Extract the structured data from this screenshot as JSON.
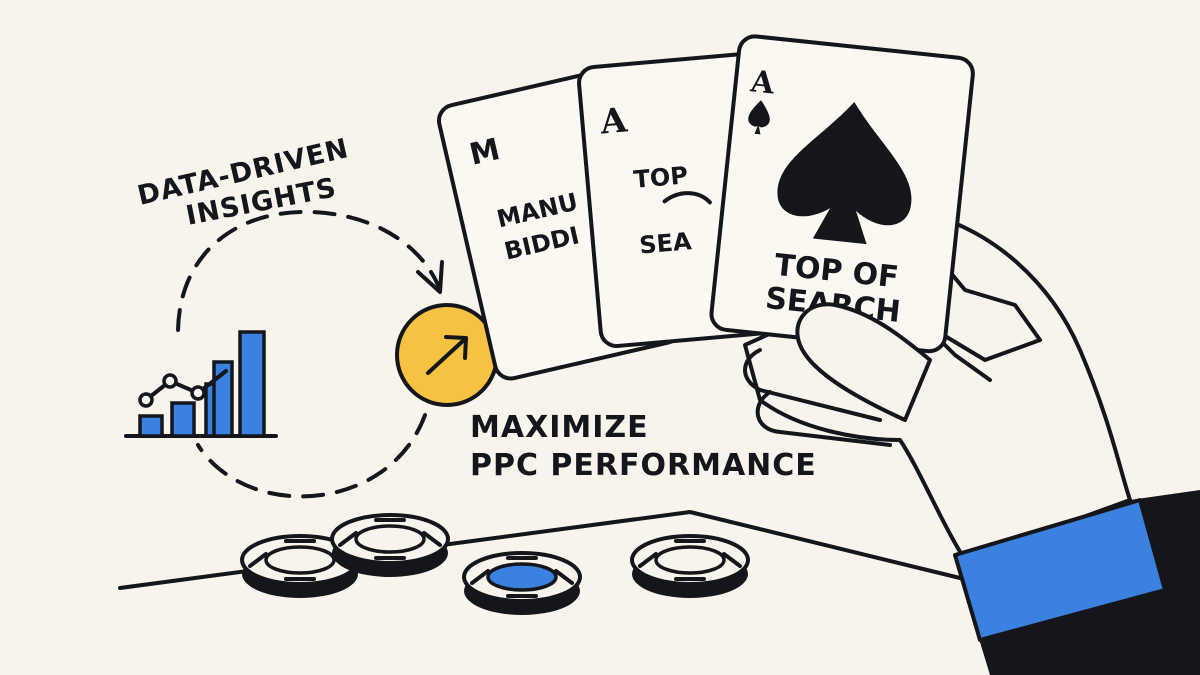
{
  "illustration": {
    "insights_label": {
      "line1": "DATA-DRIVEN",
      "line2": "INSIGHTS"
    },
    "headline": {
      "line1": "MAXIMIZE",
      "line2": "PPC PERFORMANCE"
    },
    "cards": [
      {
        "corner": "M",
        "text_line1": "MANU",
        "text_line2": "BIDDI"
      },
      {
        "corner": "A",
        "text_line1": "TOP",
        "text_line2": "SEA"
      },
      {
        "corner": "A",
        "text_line1": "TOP OF",
        "text_line2": "SEARCH"
      }
    ],
    "chart_bars_relative": [
      0.18,
      0.3,
      0.48,
      0.7,
      1.0
    ],
    "colors": {
      "background": "#f8f4ec",
      "ink": "#14161c",
      "accent_blue": "#3b82e0",
      "accent_yellow": "#f5c242",
      "card_fill": "#fbf8f1"
    },
    "icons": [
      "bar-chart-icon",
      "arrow-up-right-icon",
      "spade-icon",
      "poker-chip-icon"
    ]
  }
}
